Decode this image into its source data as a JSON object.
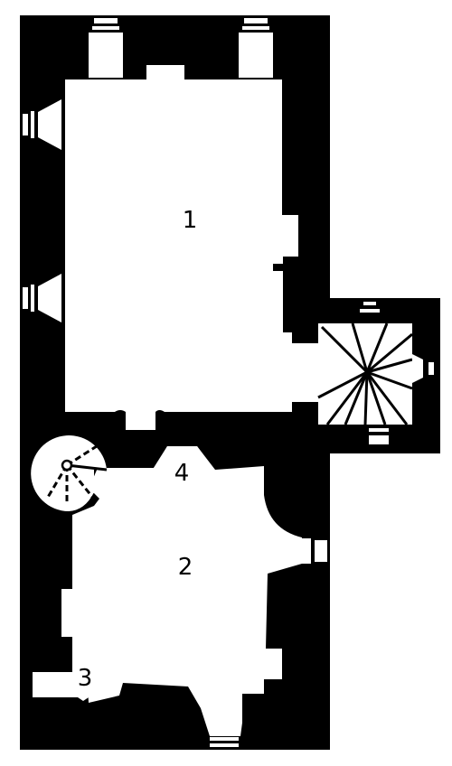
{
  "rooms": [
    {
      "id": "1",
      "label": "1"
    },
    {
      "id": "2",
      "label": "2"
    },
    {
      "id": "3",
      "label": "3"
    },
    {
      "id": "4",
      "label": "4"
    }
  ],
  "colors": {
    "wall": "#000000",
    "floor": "#ffffff"
  }
}
